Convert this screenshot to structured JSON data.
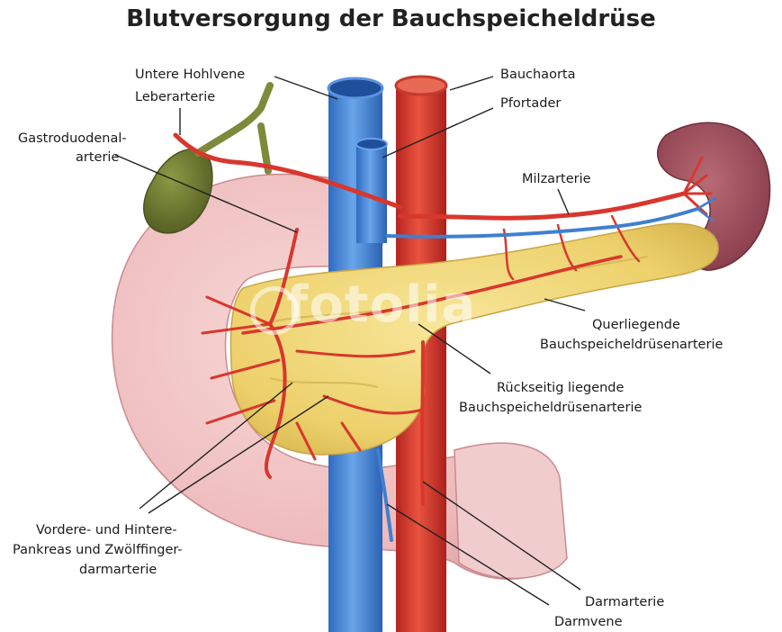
{
  "title": "Blutversorgung der Bauchspeicheldrüse",
  "watermark": "fotolia",
  "labels": {
    "untere_hohlvene": "Untere Hohlvene",
    "leberarterie": "Leberarterie",
    "gastroduodenal_1": "Gastroduodenal-",
    "gastroduodenal_2": "arterie",
    "bauchaorta": "Bauchaorta",
    "pfortader": "Pfortader",
    "milzarterie": "Milzarterie",
    "querliegende_1": "Querliegende",
    "querliegende_2": "Bauchspeicheldrüsenarterie",
    "rueckseitig_1": "Rückseitig liegende",
    "rueckseitig_2": "Bauchspeicheldrüsenarterie",
    "vordere_1": "Vordere- und Hintere-",
    "vordere_2": "Pankreas und Zwölffinger-",
    "vordere_3": "darmarterie",
    "darmarterie": "Darmarterie",
    "darmvene": "Darmvene"
  },
  "colors": {
    "artery": "#d8372e",
    "vein": "#3f7fcf",
    "pancreas": "#efd77a",
    "duodenum": "#efc2c4",
    "spleen": "#9b4c57",
    "gallbladder": "#6f7a33"
  }
}
